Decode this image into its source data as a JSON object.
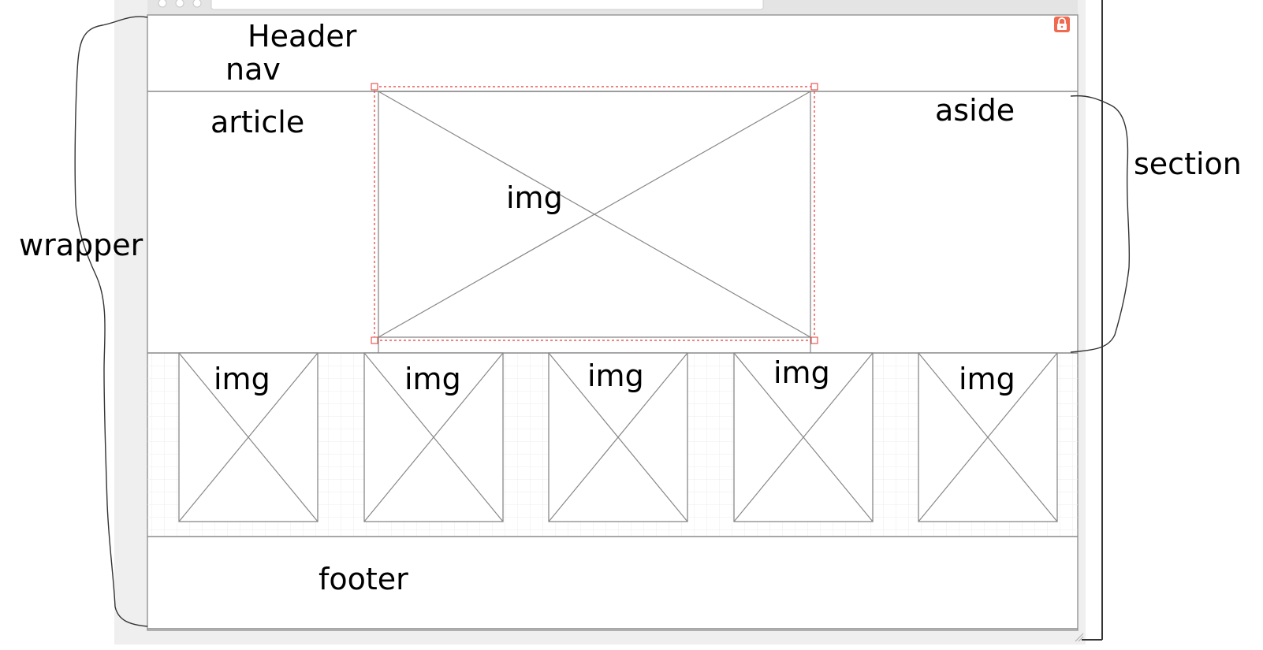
{
  "header_label": "Header",
  "nav_label": "nav",
  "article_label": "article",
  "aside_label": "aside",
  "section_label": "section",
  "wrapper_label": "wrapper",
  "footer_label": "footer",
  "main_image_label": "img",
  "thumbnails": [
    {
      "label": "img"
    },
    {
      "label": "img"
    },
    {
      "label": "img"
    },
    {
      "label": "img"
    },
    {
      "label": "img"
    }
  ],
  "icons": {
    "lock": "lock-icon",
    "window_controls": "traffic-light-icon",
    "resize_handle": "resize-grip-icon"
  },
  "colors": {
    "canvas_bg": "#efefef",
    "frame_border": "#9a9a9a",
    "line": "#888888",
    "selection": "#e53935",
    "lock_badge": "#ef6a4f",
    "grid": "#ececec"
  }
}
